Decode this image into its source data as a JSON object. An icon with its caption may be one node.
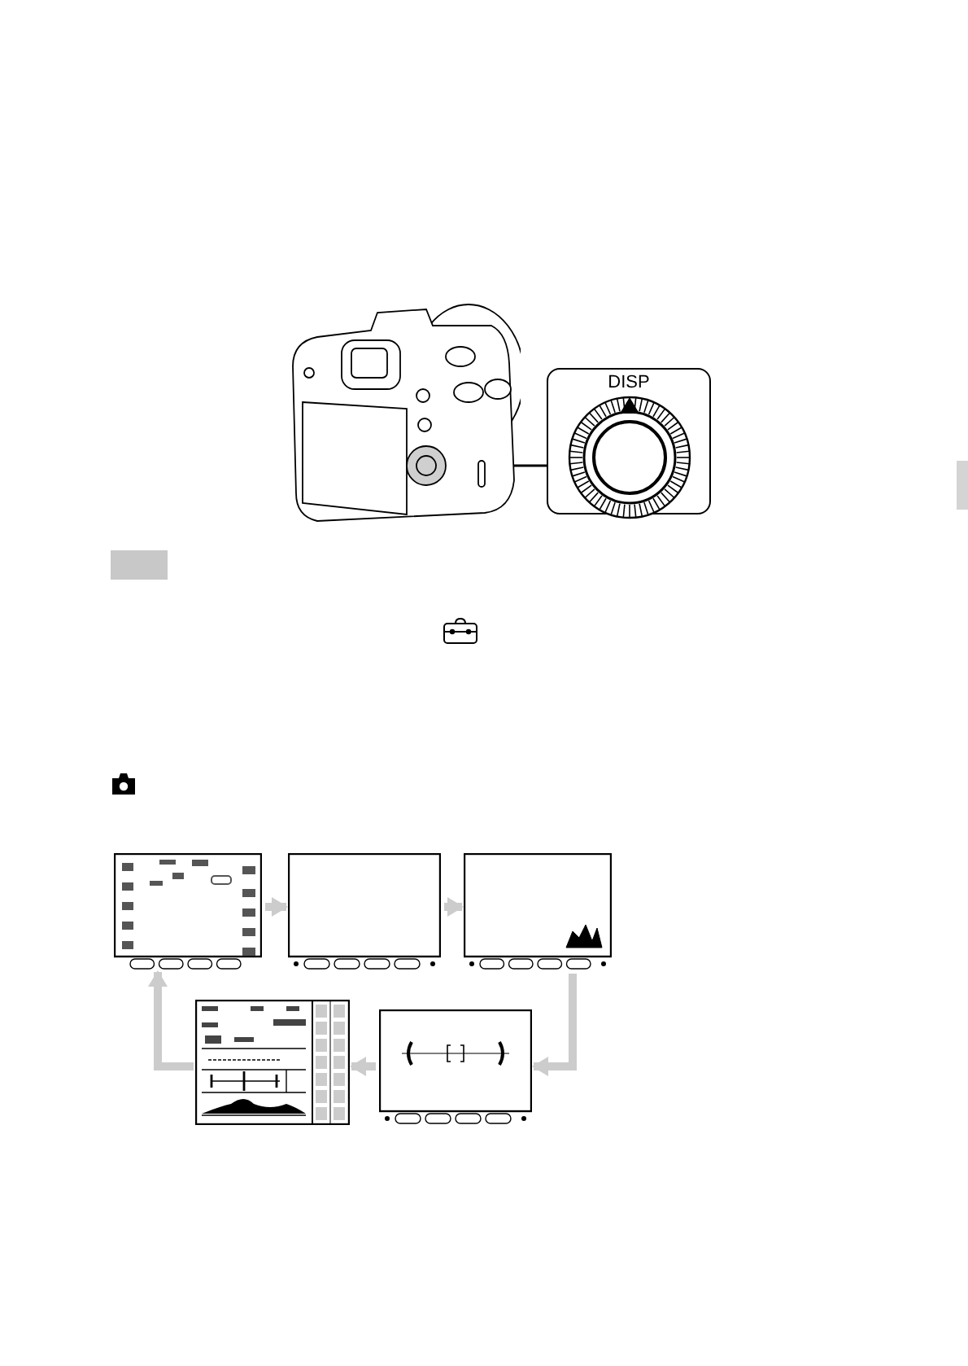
{
  "diagram": {
    "nodes": [
      {
        "text": [],
        "shape": "picture"
      },
      {
        "text": [
          "DISP"
        ]
      },
      {
        "text": [],
        "shape": "picture"
      },
      {
        "text": [],
        "shape": "box"
      },
      {
        "text": [],
        "shape": "picture"
      },
      {
        "text": [],
        "shape": "picture"
      },
      {
        "text": [],
        "shape": "picture"
      }
    ],
    "edges": [
      {
        "from": 0,
        "to": 1,
        "arrow": "none",
        "color": "#000000"
      },
      {
        "from": 2,
        "to": 3,
        "arrow": "to"
      },
      {
        "from": 3,
        "to": 4,
        "arrow": "to"
      },
      {
        "from": 4,
        "to": 6,
        "arrow": "to"
      },
      {
        "from": 6,
        "to": 5,
        "arrow": "to"
      },
      {
        "from": 5,
        "to": 2,
        "arrow": "to"
      }
    ]
  }
}
